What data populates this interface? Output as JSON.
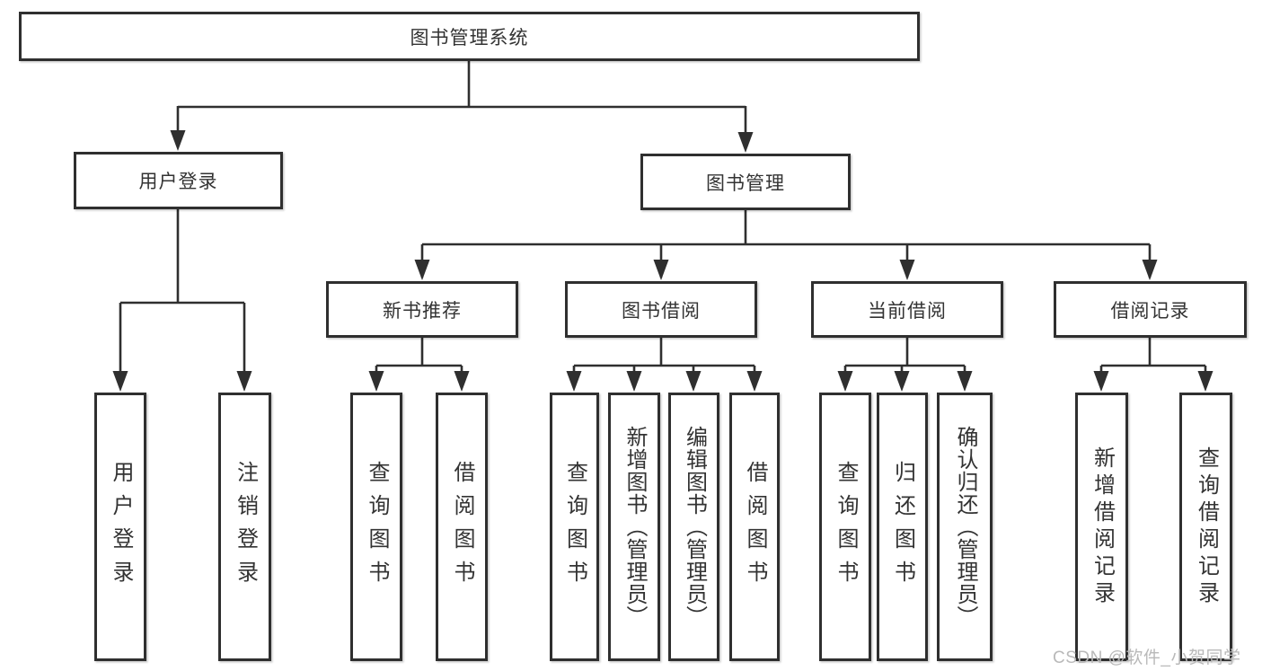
{
  "diagram": {
    "type": "hierarchy-tree",
    "title": "图书管理系统",
    "nodes": {
      "root": "图书管理系统",
      "user_login": "用户登录",
      "book_mgmt": "图书管理",
      "new_book_rec": "新书推荐",
      "book_borrow": "图书借阅",
      "current_borrow": "当前借阅",
      "borrow_records": "借阅记录",
      "leaf_user_login": "用户登录",
      "leaf_logout": "注销登录",
      "leaf_query_book_1": "查询图书",
      "leaf_borrow_book_1": "借阅图书",
      "leaf_query_book_2": "查询图书",
      "leaf_add_book": "新增图书（管理员）",
      "leaf_edit_book": "编辑图书（管理员）",
      "leaf_borrow_book_2": "借阅图书",
      "leaf_query_book_3": "查询图书",
      "leaf_return_book": "归还图书",
      "leaf_confirm_return": "确认归还（管理员）",
      "leaf_add_record": "新增借阅记录",
      "leaf_query_record": "查询借阅记录"
    },
    "hierarchy": {
      "图书管理系统": {
        "用户登录": [
          "用户登录",
          "注销登录"
        ],
        "图书管理": {
          "新书推荐": [
            "查询图书",
            "借阅图书"
          ],
          "图书借阅": [
            "查询图书",
            "新增图书（管理员）",
            "编辑图书（管理员）",
            "借阅图书"
          ],
          "当前借阅": [
            "查询图书",
            "归还图书",
            "确认归还（管理员）"
          ],
          "借阅记录": [
            "新增借阅记录",
            "查询借阅记录"
          ]
        }
      }
    },
    "colors": {
      "line": "#2f2f2f",
      "box_border": "#2f2f2f",
      "text": "#333333",
      "background": "#ffffff",
      "watermark": "#b9b9b9"
    }
  },
  "watermark": "CSDN @软件_小贺同学"
}
